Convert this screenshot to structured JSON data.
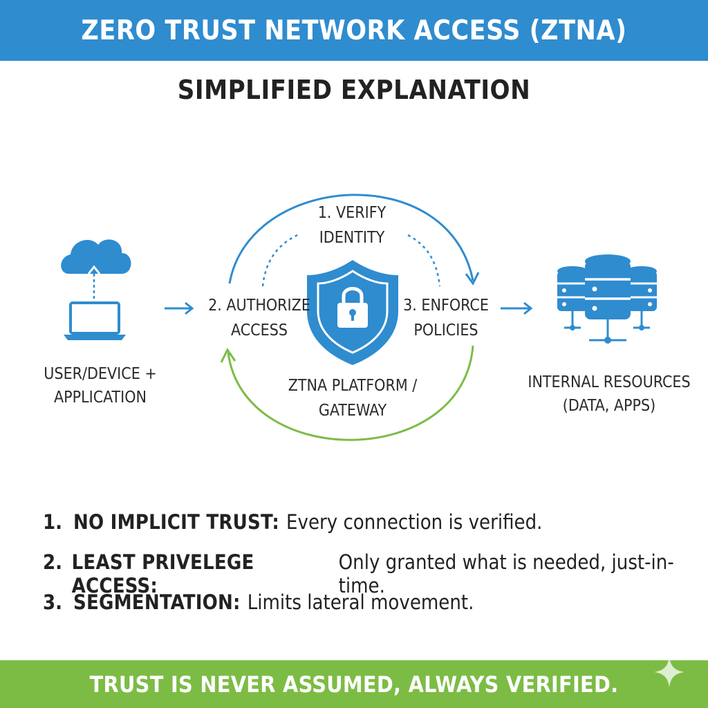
{
  "header": {
    "title": "ZERO TRUST NETWORK ACCESS (ZTNA)"
  },
  "subtitle": "SIMPLIFIED EXPLANATION",
  "colors": {
    "primary_blue": "#2f8ccf",
    "accent_green": "#7cbc45",
    "text_dark": "#222222"
  },
  "diagram": {
    "user_device": {
      "label_line1": "USER/DEVICE +",
      "label_line2": "APPLICATION",
      "icons": [
        "cloud-upload-icon",
        "laptop-icon"
      ]
    },
    "steps": [
      {
        "line1": "1. VERIFY",
        "line2": "IDENTITY"
      },
      {
        "line1": "2. AUTHORIZE",
        "line2": "ACCESS"
      },
      {
        "line1": "3. ENFORCE",
        "line2": "POLICIES"
      }
    ],
    "gateway": {
      "line1": "ZTNA PLATFORM /",
      "line2": "GATEWAY",
      "icon": "shield-lock-icon"
    },
    "resources": {
      "label_line1": "INTERNAL RESOURCES",
      "label_line2": "(DATA, APPS)",
      "icon": "database-servers-icon"
    }
  },
  "principles": [
    {
      "num": "1.",
      "key": "NO IMPLICIT TRUST:",
      "text": "Every connection is verified."
    },
    {
      "num": "2.",
      "key": "LEAST PRIVELEGE ACCESS:",
      "text": "Only granted what is needed, just-in-time."
    },
    {
      "num": "3.",
      "key": "SEGMENTATION:",
      "text": "Limits lateral movement."
    }
  ],
  "footer": {
    "text": "TRUST IS NEVER ASSUMED, ALWAYS VERIFIED."
  }
}
